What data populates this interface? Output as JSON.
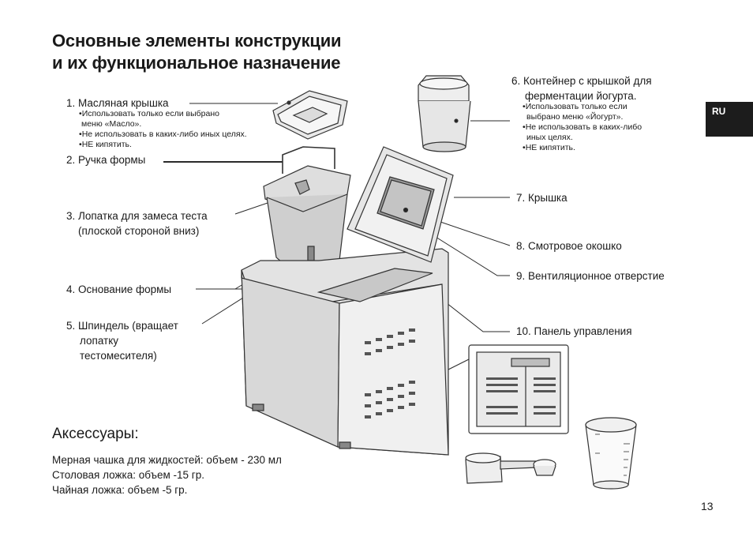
{
  "title": {
    "line1": "Основные элементы конструкции",
    "line2": "и их функциональное назначение"
  },
  "lang_tab": "RU",
  "parts": {
    "p1": {
      "label": "1. Масляная крышка",
      "notes": [
        "Использовать только если выбрано",
        "меню «Масло».",
        "Не использовать в каких-либо иных целях.",
        "НЕ кипятить."
      ]
    },
    "p2": {
      "label": "2. Ручка формы"
    },
    "p3": {
      "line1": "3. Лопатка для замеса теста",
      "line2": "(плоской стороной вниз)"
    },
    "p4": {
      "label": "4. Основание формы"
    },
    "p5": {
      "line1": "5. Шпиндель (вращает",
      "line2": "лопатку",
      "line3": "тестомесителя)"
    },
    "p6": {
      "line1": "6. Контейнер с крышкой для",
      "line2": "ферментации йогурта.",
      "notes": [
        "Использовать только если",
        "выбрано меню «Йогурт».",
        "Не использовать в каких-либо",
        "иных целях.",
        "НЕ кипятить."
      ]
    },
    "p7": {
      "label": "7. Крышка"
    },
    "p8": {
      "label": "8. Смотровое окошко"
    },
    "p9": {
      "label": "9. Вентиляционное отверстие"
    },
    "p10": {
      "label": "10. Панель управления"
    }
  },
  "accessories": {
    "heading": "Аксессуары:",
    "items": [
      "Мерная чашка для жидкостей: объем - 230 мл",
      "Столовая ложка: объем -15 гр.",
      "Чайная ложка: объем -5 гр."
    ]
  },
  "page_number": "13"
}
